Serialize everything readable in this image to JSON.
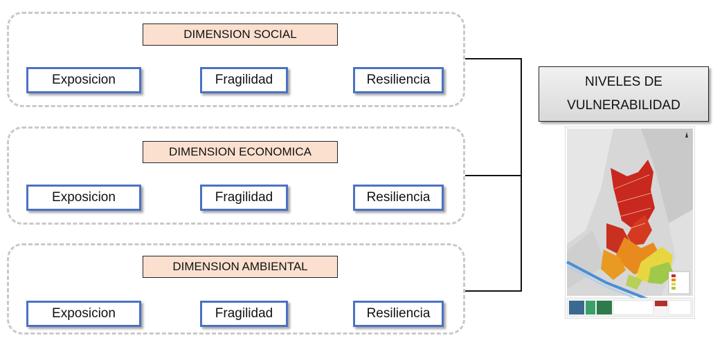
{
  "dimensions": [
    {
      "title": "DIMENSION SOCIAL",
      "items": [
        "Exposicion",
        "Fragilidad",
        "Resiliencia"
      ]
    },
    {
      "title": "DIMENSION ECONOMICA",
      "items": [
        "Exposicion",
        "Fragilidad",
        "Resiliencia"
      ]
    },
    {
      "title": "DIMENSION AMBIENTAL",
      "items": [
        "Exposicion",
        "Fragilidad",
        "Resiliencia"
      ]
    }
  ],
  "result": {
    "line1": "NIVELES DE",
    "line2": "VULNERABILIDAD"
  },
  "map": {
    "icon": "vulnerability-map-thumbnail"
  },
  "colors": {
    "title_fill": "#fbe0cf",
    "item_border": "#4a72c4",
    "dash": "#c9c9c9"
  }
}
